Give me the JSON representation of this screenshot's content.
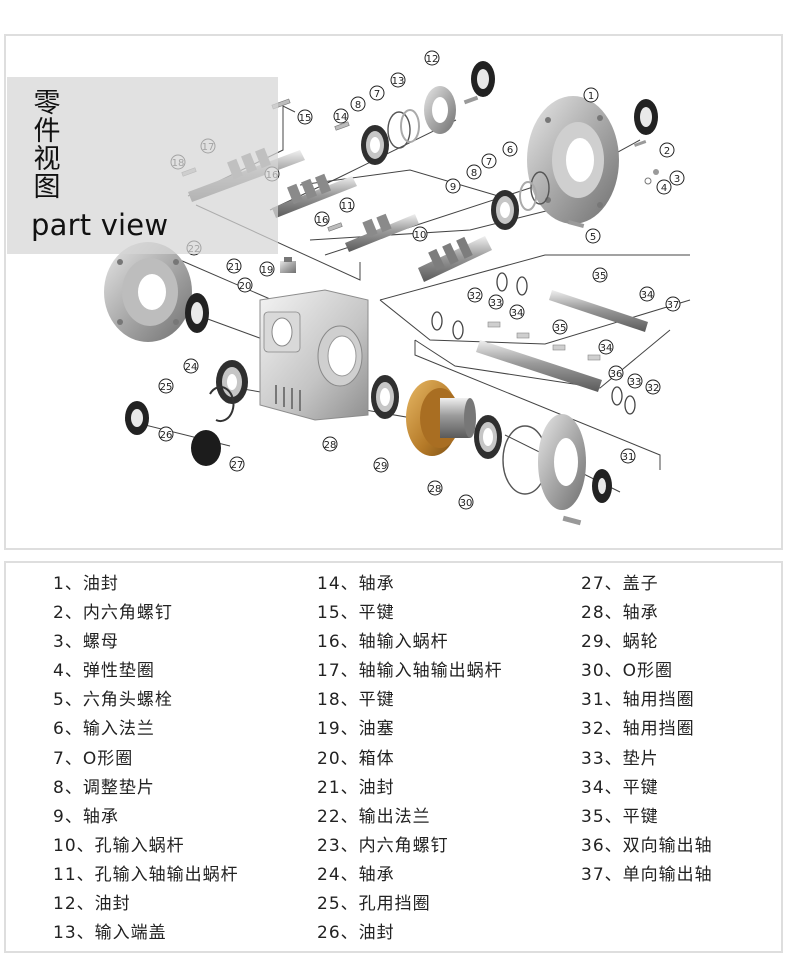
{
  "title": {
    "chinese_chars": [
      "零",
      "件",
      "视",
      "图"
    ],
    "english": "part view"
  },
  "callouts": [
    "1",
    "2",
    "3",
    "4",
    "5",
    "6",
    "7",
    "7",
    "8",
    "8",
    "9",
    "10",
    "11",
    "12",
    "13",
    "14",
    "15",
    "16",
    "16",
    "17",
    "18",
    "19",
    "20",
    "21",
    "22",
    "24",
    "25",
    "26",
    "27",
    "28",
    "28",
    "29",
    "30",
    "31",
    "32",
    "32",
    "33",
    "33",
    "34",
    "34",
    "34",
    "35",
    "35",
    "36",
    "37"
  ],
  "legend": [
    [
      "1、油封",
      "2、内六角螺钉",
      "3、螺母",
      "4、弹性垫圈",
      "5、六角头螺栓",
      "6、输入法兰",
      "7、O形圈",
      "8、调整垫片",
      "9、轴承",
      "10、孔输入蜗杆",
      "11、孔输入轴输出蜗杆",
      "12、油封",
      "13、输入端盖"
    ],
    [
      "14、轴承",
      "15、平键",
      "16、轴输入蜗杆",
      "17、轴输入轴输出蜗杆",
      "18、平键",
      "19、油塞",
      "20、箱体",
      "21、油封",
      "22、输出法兰",
      "23、内六角螺钉",
      "24、轴承",
      "25、孔用挡圈",
      "26、油封"
    ],
    [
      "27、盖子",
      "28、轴承",
      "29、蜗轮",
      "30、O形圈",
      "31、轴用挡圈",
      "32、轴用挡圈",
      "33、垫片",
      "34、平键",
      "35、平键",
      "36、双向输出轴",
      "37、单向输出轴"
    ]
  ],
  "colors": {
    "panel_border": "#dedede",
    "title_band": "#d6d6d6",
    "metal": "#b9b9b9",
    "bronze": "#c08a3a",
    "seal": "#2a2a2a"
  }
}
